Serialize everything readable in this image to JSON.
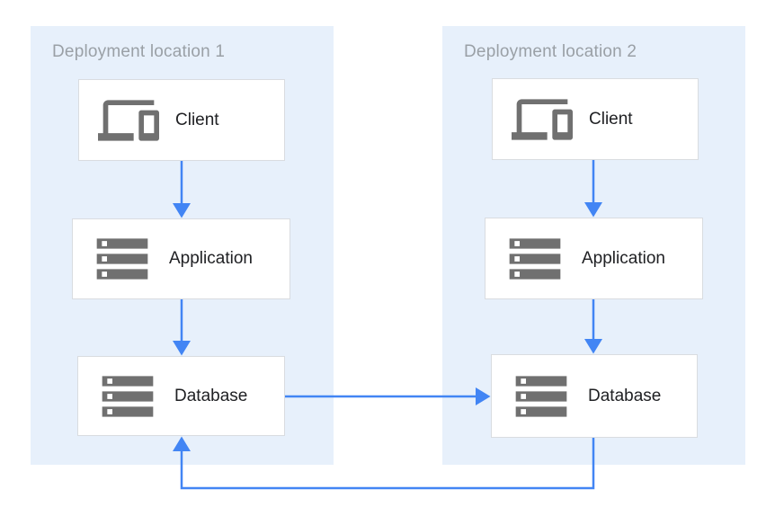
{
  "diagram": {
    "type": "architecture-diagram",
    "locations": [
      {
        "label": "Deployment location 1",
        "nodes": [
          {
            "id": "client-1",
            "label": "Client",
            "icon": "devices-icon"
          },
          {
            "id": "application-1",
            "label": "Application",
            "icon": "server-stack-icon"
          },
          {
            "id": "database-1",
            "label": "Database",
            "icon": "server-stack-icon"
          }
        ]
      },
      {
        "label": "Deployment location 2",
        "nodes": [
          {
            "id": "client-2",
            "label": "Client",
            "icon": "devices-icon"
          },
          {
            "id": "application-2",
            "label": "Application",
            "icon": "server-stack-icon"
          },
          {
            "id": "database-2",
            "label": "Database",
            "icon": "server-stack-icon"
          }
        ]
      }
    ],
    "connections": [
      {
        "from": "client-1",
        "to": "application-1",
        "style": "straight-arrow-down"
      },
      {
        "from": "application-1",
        "to": "database-1",
        "style": "straight-arrow-down"
      },
      {
        "from": "client-2",
        "to": "application-2",
        "style": "straight-arrow-down"
      },
      {
        "from": "application-2",
        "to": "database-2",
        "style": "straight-arrow-down"
      },
      {
        "from": "database-1",
        "to": "database-2",
        "style": "straight-arrow-right"
      },
      {
        "from": "database-2",
        "to": "database-1",
        "style": "elbow-arrow-bottom-return"
      }
    ],
    "colors": {
      "panel_background": "#E7F0FB",
      "node_background": "#FFFFFF",
      "node_border": "#D9DCE0",
      "arrow": "#4285F4",
      "icon": "#707070",
      "node_label_text": "#202124",
      "panel_title_text": "#9AA0A6"
    }
  }
}
